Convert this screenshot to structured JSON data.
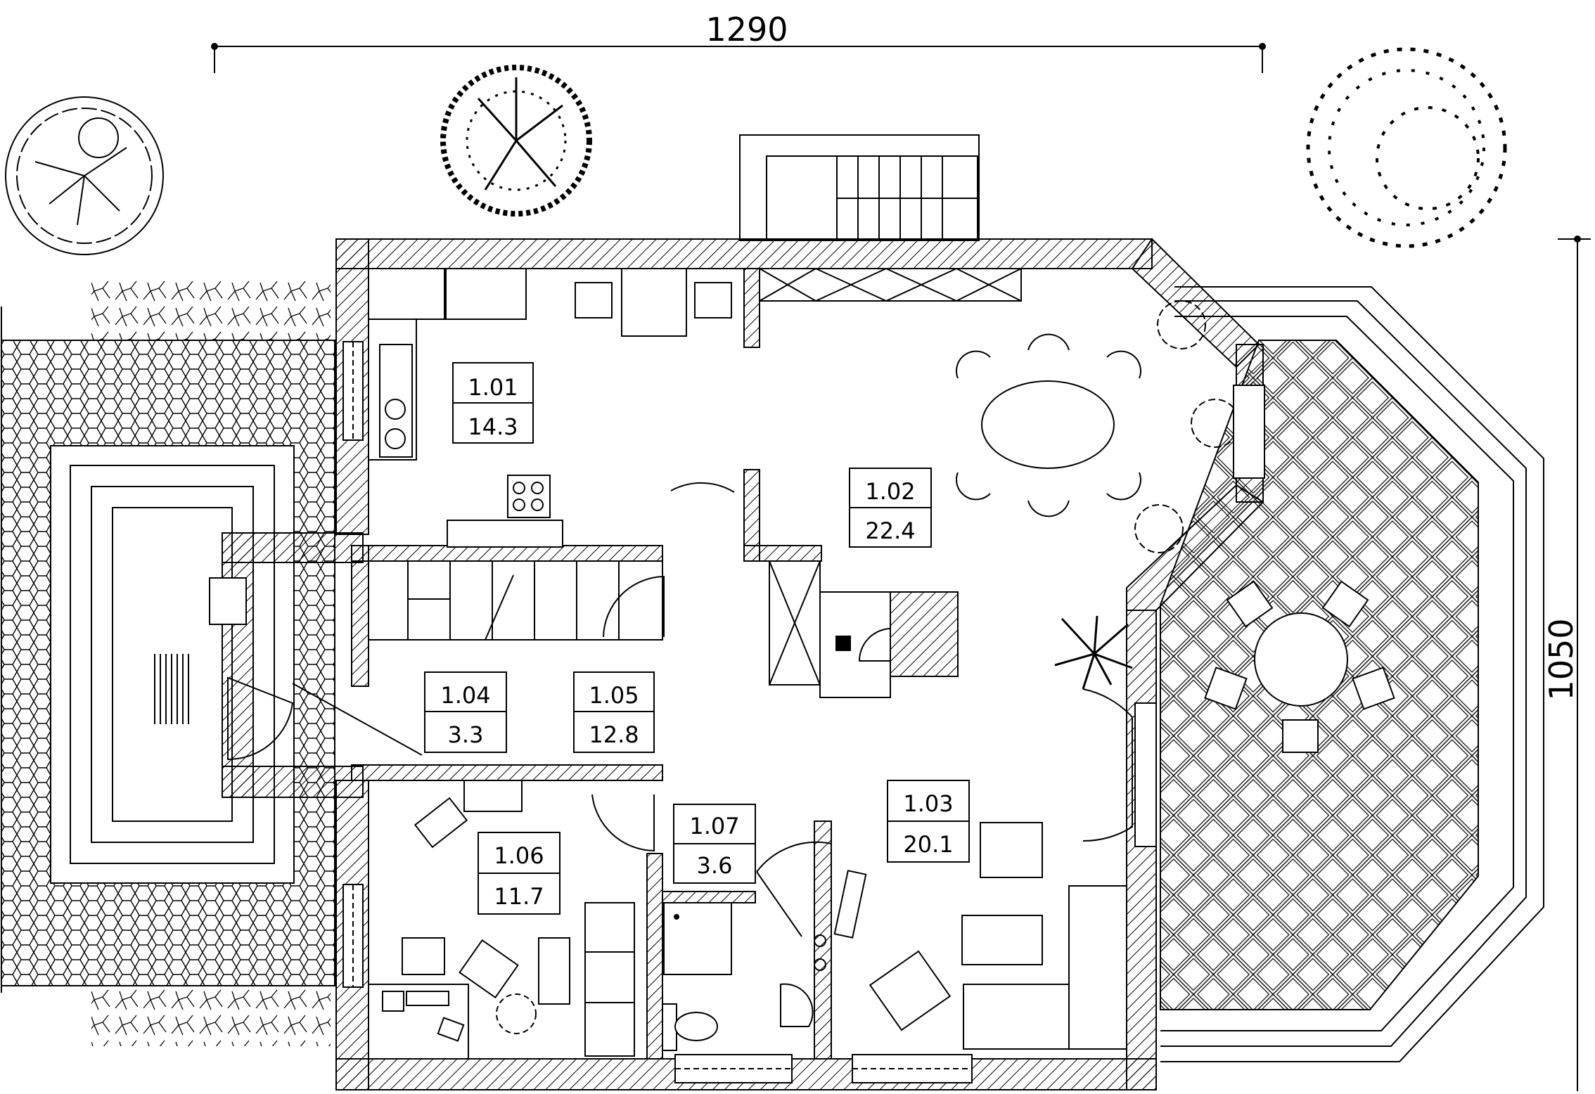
{
  "dimensions": {
    "width": "1290",
    "height": "1050"
  },
  "rooms": [
    {
      "id": "1.01",
      "area": "14.3"
    },
    {
      "id": "1.02",
      "area": "22.4"
    },
    {
      "id": "1.03",
      "area": "20.1"
    },
    {
      "id": "1.04",
      "area": "3.3"
    },
    {
      "id": "1.05",
      "area": "12.8"
    },
    {
      "id": "1.06",
      "area": "11.7"
    },
    {
      "id": "1.07",
      "area": "3.6"
    }
  ],
  "colors": {
    "line": "#000000",
    "background": "#ffffff"
  },
  "icons": [
    "deciduous-tree-icon",
    "round-tree-icon",
    "shrub-cluster-icon",
    "potted-plant-icon",
    "palm-plant-icon"
  ]
}
